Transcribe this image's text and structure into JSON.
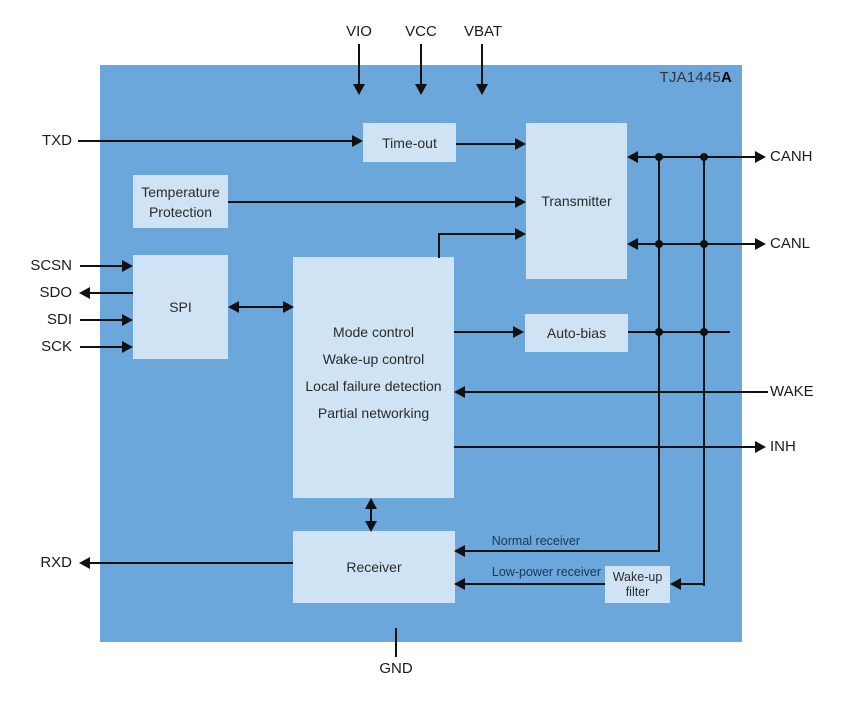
{
  "diagram": {
    "chip_prefix": "TJA1445",
    "chip_suffix": "A"
  },
  "colors": {
    "chip_bg": "#6BA7DB",
    "block_bg": "#CFE3F5",
    "line": "#111111",
    "pin_text": "#1A1A1A",
    "annotation_text": "#17375E"
  },
  "pins": {
    "vio": "VIO",
    "vcc": "VCC",
    "vbat": "VBAT",
    "txd": "TXD",
    "scsn": "SCSN",
    "sdo": "SDO",
    "sdi": "SDI",
    "sck": "SCK",
    "rxd": "RXD",
    "canh": "CANH",
    "canl": "CANL",
    "wake": "WAKE",
    "inh": "INH",
    "gnd": "GND"
  },
  "blocks": {
    "timeout": "Time-out",
    "transmitter": "Transmitter",
    "temperature_protection_line1": "Temperature",
    "temperature_protection_line2": "Protection",
    "spi": "SPI",
    "mode_control_lines": [
      "Mode control",
      "Wake-up control",
      "Local failure detection",
      "Partial networking"
    ],
    "auto_bias": "Auto-bias",
    "receiver": "Receiver",
    "wakeup_filter_line1": "Wake-up",
    "wakeup_filter_line2": "filter"
  },
  "annotations": {
    "normal_receiver": "Normal receiver",
    "low_power_receiver": "Low-power receiver"
  }
}
